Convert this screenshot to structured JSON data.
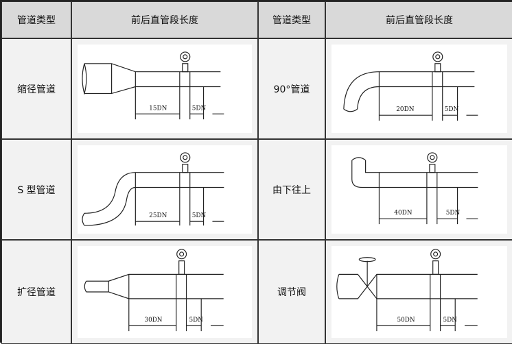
{
  "headers": {
    "type_col_left": "管道类型",
    "length_col_left": "前后直管段长度",
    "type_col_right": "管道类型",
    "length_col_right": "前后直管段长度"
  },
  "rows": [
    {
      "left": {
        "type": "缩径管道",
        "upstream": "15DN",
        "downstream": "5DN"
      },
      "right": {
        "type": "90°管道",
        "upstream": "20DN",
        "downstream": "5DN"
      }
    },
    {
      "left": {
        "type": "S 型管道",
        "upstream": "25DN",
        "downstream": "5DN"
      },
      "right": {
        "type": "由下往上",
        "upstream": "40DN",
        "downstream": "5DN"
      }
    },
    {
      "left": {
        "type": "扩径管道",
        "upstream": "30DN",
        "downstream": "5DN"
      },
      "right": {
        "type": "调节阀",
        "upstream": "50DN",
        "downstream": "5DN"
      }
    }
  ]
}
